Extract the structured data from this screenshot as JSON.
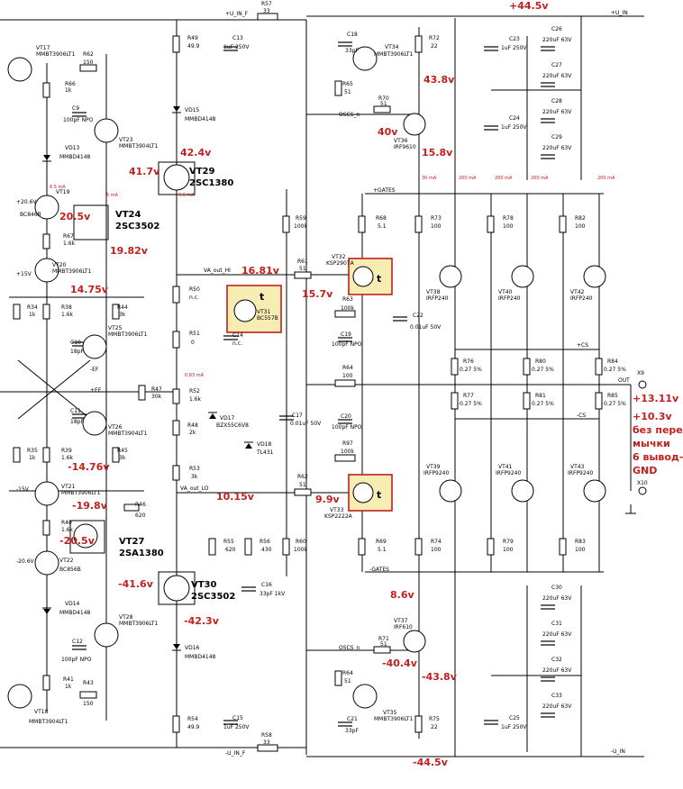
{
  "rails": {
    "pos_supply": "+44.5v",
    "neg_supply": "-44.5v",
    "u_in_f_top": "+U_IN_F",
    "u_in_f_bottom": "-U_IN_F",
    "u_in_top": "+U_IN",
    "u_in_bottom": "-U_IN",
    "out": "OUT",
    "va_out_hi": "VA_out_HI",
    "va_out_lo": "VA_out_LO",
    "gates_pos": "+GATES",
    "gates_neg": "-GATES",
    "cs_pos": "+CS",
    "cs_neg": "-CS",
    "ef_pos": "+EF",
    "ef_neg": "-EF",
    "v15_pos": "+15V",
    "v15_neg": "-15V",
    "v206_pos": "+20.6V",
    "v206_neg": "-20.6V",
    "oscs_top": "OSCS_n",
    "oscs_bottom": "OSCS_n",
    "gnd": "GND"
  },
  "transistors": [
    {
      "ref": "VT17",
      "part": "MMBT3906LT1"
    },
    {
      "ref": "VT23",
      "part": "MMBT3904LT1"
    },
    {
      "ref": "VT19",
      "part": "BC846B"
    },
    {
      "ref": "VT20",
      "part": "MMBT3906LT1"
    },
    {
      "ref": "VT25",
      "part": "MMBT3906LT1"
    },
    {
      "ref": "VT26",
      "part": "MMBT3904LT1"
    },
    {
      "ref": "VT21",
      "part": "MMBT3906LT1"
    },
    {
      "ref": "VT22",
      "part": "BC856B"
    },
    {
      "ref": "VT28",
      "part": "MMBT3906LT1"
    },
    {
      "ref": "VT18",
      "part": "MMBT3904LT1"
    },
    {
      "ref": "VT31",
      "part": "BC557B"
    },
    {
      "ref": "VT32",
      "part": "KSP2907A"
    },
    {
      "ref": "VT33",
      "part": "KSP2222A"
    },
    {
      "ref": "VT34",
      "part": "MMBT3906LT1"
    },
    {
      "ref": "VT35",
      "part": "MMBT3906LT1"
    },
    {
      "ref": "VT36",
      "part": "IRF9610"
    },
    {
      "ref": "VT37",
      "part": "IRF610"
    },
    {
      "ref": "VT38",
      "part": "IRFP240"
    },
    {
      "ref": "VT40",
      "part": "IRFP240"
    },
    {
      "ref": "VT42",
      "part": "IRFP240"
    },
    {
      "ref": "VT39",
      "part": "IRFP9240"
    },
    {
      "ref": "VT41",
      "part": "IRFP9240"
    },
    {
      "ref": "VT43",
      "part": "IRFP9240"
    }
  ],
  "big_labels": {
    "vt29": "VT29",
    "vt29_part": "2SC1380",
    "vt24": "VT24",
    "vt24_part": "2SC3502",
    "vt27": "VT27",
    "vt27_part": "2SA1380",
    "vt30": "VT30",
    "vt30_part": "2SC3502"
  },
  "voltages": {
    "v424": "42.4v",
    "v417": "41.7v",
    "v205": "20.5v",
    "v1982": "19.82v",
    "v1475": "14.75v",
    "v1681": "16.81v",
    "v157": "15.7v",
    "v1476n": "-14.76v",
    "v198n": "-19.8v",
    "v205n": "-20.5v",
    "v1015": "10.15v",
    "v99": "9.9v",
    "v416n": "-41.6v",
    "v423n": "-42.3v",
    "v438": "43.8v",
    "v40": "40v",
    "v158": "15.8v",
    "v86": "8.6v",
    "v404n": "-40.4v",
    "v438n": "-43.8v",
    "v1311": "+13.11v",
    "v103": "+10.3v",
    "note1": "без пере-",
    "note2": "мычки",
    "note3": "6 вывод-",
    "note4": "GND"
  },
  "currents": {
    "i65": "6.5 mA",
    "i5": "5 mA",
    "i66": "6.6 mA",
    "i083": "0.83 mA",
    "i30": "30 mA",
    "i200a": "200 mA",
    "i200b": "200 mA",
    "i200c": "200 mA",
    "i200d": "200 mA"
  },
  "components": {
    "r62": "R62",
    "r62v": "150",
    "r66": "R66",
    "r66v": "1k",
    "c9": "C9",
    "c9v": "100pF NPO",
    "vd13": "VD13",
    "vd13v": "MMBD4148",
    "r67": "R67",
    "r67v": "1.6k",
    "r34": "R34",
    "r34v": "1k",
    "r38": "R38",
    "r38v": "1.6k",
    "r44": "R44",
    "r44v": "3k",
    "c10": "C10",
    "c10v": "18pF",
    "c11": "C11",
    "c11v": "18pF",
    "r35": "R35",
    "r35v": "1k",
    "r39": "R39",
    "r39v": "1.6k",
    "r45": "R45",
    "r45v": "3k",
    "r40": "R40",
    "r40v": "1.6k",
    "r46": "R46",
    "r46v": "620",
    "vd14": "VD14",
    "vd14v": "MMBD4148",
    "c12": "C12",
    "c12v": "100pF NPO",
    "r41": "R41",
    "r41v": "1k",
    "r43": "R43",
    "r43v": "150",
    "r49": "R49",
    "r49v": "49.9",
    "c13": "C13",
    "c13v": "1uF 250V",
    "vd15": "VD15",
    "vd15v": "MMBD4148",
    "r50": "R50",
    "r50v": "n.c.",
    "r51": "R51",
    "r51v": "0",
    "c14": "C14",
    "c14v": "n.c.",
    "r47": "R47",
    "r47v": "30k",
    "r52": "R52",
    "r52v": "1.6k",
    "r48": "R48",
    "r48v": "2k",
    "r53": "R53",
    "r53v": "3k",
    "vd17": "VD17",
    "vd17v": "BZX55C6V8",
    "vd18": "VD18",
    "vd18v": "TL431",
    "r55": "R55",
    "r55v": "620",
    "r56": "R56",
    "r56v": "430",
    "c16": "C16",
    "c16v": "33pF 1kV",
    "vd16": "VD16",
    "vd16v": "MMBD4148",
    "r54": "R54",
    "r54v": "49.9",
    "c15": "C15",
    "c15v": "1uF 250V",
    "r57": "R57",
    "r57v": "33",
    "r58": "R58",
    "r58v": "33",
    "r59": "R59",
    "r59v": "100k",
    "r60": "R60",
    "r60v": "100k",
    "r61": "R61",
    "r61v": "51",
    "r62b": "R62",
    "r62bv": "51",
    "r63": "R63",
    "r63v": "100k",
    "r64": "R64",
    "r64v": "100",
    "r97": "R97",
    "r97v": "100k",
    "c17": "C17",
    "c17v": "0.01uF 50V",
    "c19": "C19",
    "c19v": "100pF NPO",
    "c20": "C20",
    "c20v": "100pF NPO",
    "c18": "C18",
    "c18v": "33pF",
    "r65": "R65",
    "r65v": "51",
    "r70": "R70",
    "r70v": "51",
    "r72": "R72",
    "r72v": "22",
    "c21": "C21",
    "c21v": "33pF",
    "r66b": "R64",
    "r66bv": "51",
    "r71": "R71",
    "r71v": "51",
    "r73": "R75",
    "r73v": "22",
    "r68": "R68",
    "r68v": "5.1",
    "r69": "R69",
    "r69v": "5.1",
    "c22": "C22",
    "c22v": "0.01uF 50V",
    "r73b": "R73",
    "r73bv": "100",
    "r78": "R78",
    "r78v": "100",
    "r82": "R82",
    "r82v": "100",
    "r74": "R74",
    "r74v": "100",
    "r79": "R79",
    "r79v": "100",
    "r83": "R83",
    "r83v": "100",
    "r76": "R76",
    "r76v": "0.27 5%",
    "r80": "R80",
    "r80v": "0.27 5%",
    "r84": "R84",
    "r84v": "0.27 5%",
    "r77": "R77",
    "r77v": "0.27 5%",
    "r81": "R81",
    "r81v": "0.27 5%",
    "r85": "R85",
    "r85v": "0.27 5%",
    "c23": "C23",
    "c23v": "1uF 250V",
    "c24": "C24",
    "c24v": "1uF 250V",
    "c25": "C25",
    "c25v": "1uF 250V",
    "c26": "C26",
    "c27": "C27",
    "c28": "C28",
    "c29": "C29",
    "c30": "C30",
    "c31": "C31",
    "c32": "C32",
    "c33": "C33",
    "bulk": "220uF 63V",
    "x9": "X9",
    "x10": "X10"
  }
}
